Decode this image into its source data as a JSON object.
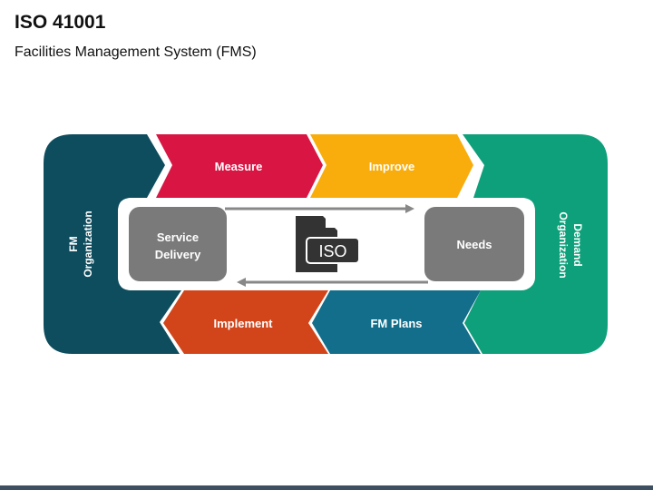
{
  "header": {
    "title": "ISO 41001",
    "subtitle": "Facilities Management System (FMS)"
  },
  "diagram": {
    "left_panel": {
      "line1": "FM",
      "line2": "Organization",
      "color": "#0e4d5e"
    },
    "right_panel": {
      "line1": "Demand",
      "line2": "Organization",
      "color": "#0ea07a"
    },
    "top_arrows": [
      {
        "label": "Measure",
        "color": "#d81543"
      },
      {
        "label": "Improve",
        "color": "#f8ad0d"
      }
    ],
    "bottom_arrows": [
      {
        "label": "Implement",
        "color": "#d2451b"
      },
      {
        "label": "FM Plans",
        "color": "#126e8a"
      }
    ],
    "left_box": {
      "line1": "Service",
      "line2": "Delivery",
      "color": "#7a7a7a"
    },
    "right_box": {
      "label": "Needs",
      "color": "#7a7a7a"
    },
    "center_icon": {
      "name": "iso-document-icon",
      "text": "ISO",
      "color": "#333333"
    },
    "connector_color": "#888888"
  },
  "footer": {
    "bar_color": "#3d4f60"
  }
}
